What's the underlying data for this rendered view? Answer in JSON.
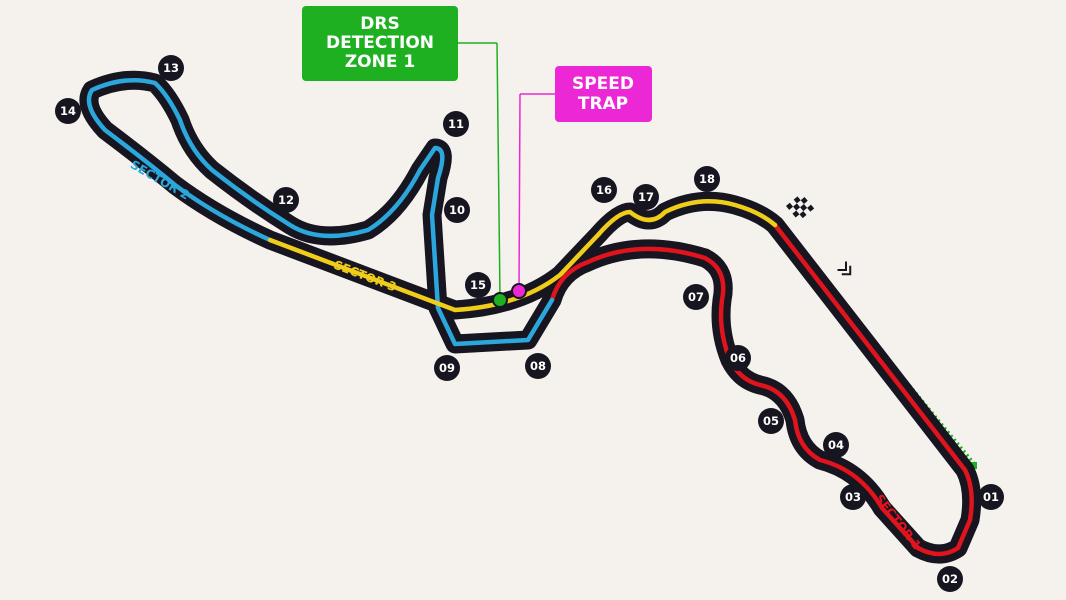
{
  "colors": {
    "track": "#171520",
    "sector1": "#e0141d",
    "sector2": "#2ba7dc",
    "sector3": "#f0cd1a",
    "drs": "#1fb021",
    "speed_trap": "#ec28d6",
    "background": "#f5f2ee"
  },
  "callouts": {
    "drs_zone": {
      "line1": "DRS",
      "line2": "DETECTION",
      "line3": "ZONE 1"
    },
    "speed_trap": {
      "line1": "SPEED",
      "line2": "TRAP"
    }
  },
  "sectors": {
    "s1": "SECTOR 1",
    "s2": "SECTOR 2",
    "s3": "SECTOR 3"
  },
  "corners": [
    "01",
    "02",
    "03",
    "04",
    "05",
    "06",
    "07",
    "08",
    "09",
    "10",
    "11",
    "12",
    "13",
    "14",
    "15",
    "16",
    "17",
    "18"
  ],
  "icons": [
    "checkered-flag-icon",
    "direction-chevrons-icon"
  ]
}
